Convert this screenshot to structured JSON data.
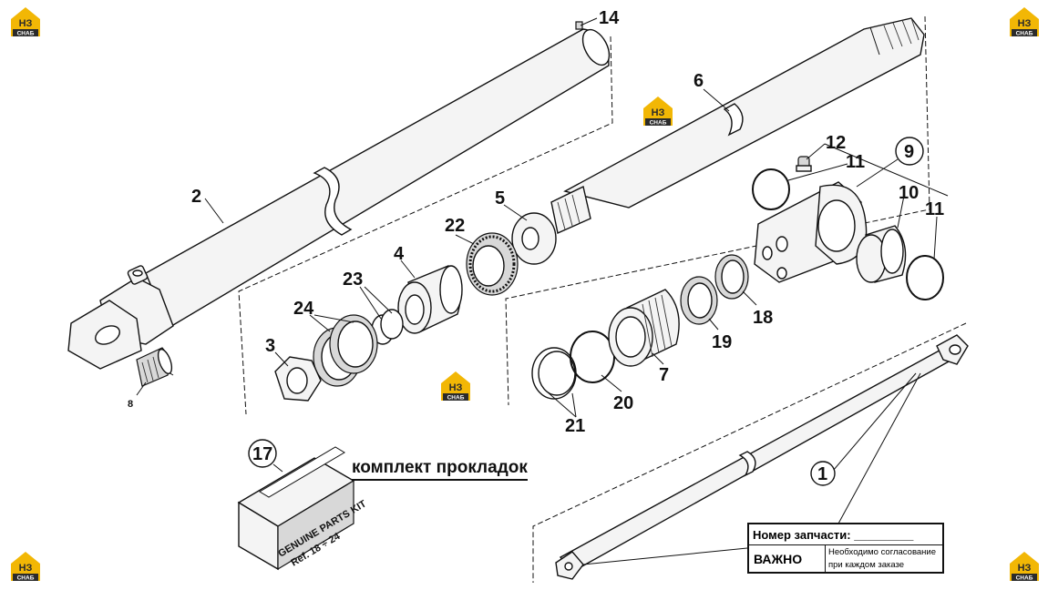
{
  "brand": {
    "logo_top": "НЗ",
    "logo_bottom": "СНАБ",
    "colors": {
      "yellow": "#f2b705",
      "dark": "#2b2b2b"
    }
  },
  "callouts": {
    "p1": "1",
    "p2": "2",
    "p3": "3",
    "p4": "4",
    "p5": "5",
    "p6": "6",
    "p7": "7",
    "p8": "8",
    "p9": "9",
    "p10": "10",
    "p11a": "11",
    "p11b": "11",
    "p12": "12",
    "p14": "14",
    "p17": "17",
    "p18": "18",
    "p19": "19",
    "p20": "20",
    "p21": "21",
    "p22": "22",
    "p23": "23",
    "p24": "24"
  },
  "kit": {
    "label": "комплект прокладок",
    "box_line1": "GENUINE PARTS KIT",
    "box_line2": "Ref. 18 ÷ 24"
  },
  "info_box": {
    "part_number_label": "Номер запчасти: _________",
    "important_label": "ВАЖНО",
    "note": "Необходимо согласование при каждом заказе"
  }
}
